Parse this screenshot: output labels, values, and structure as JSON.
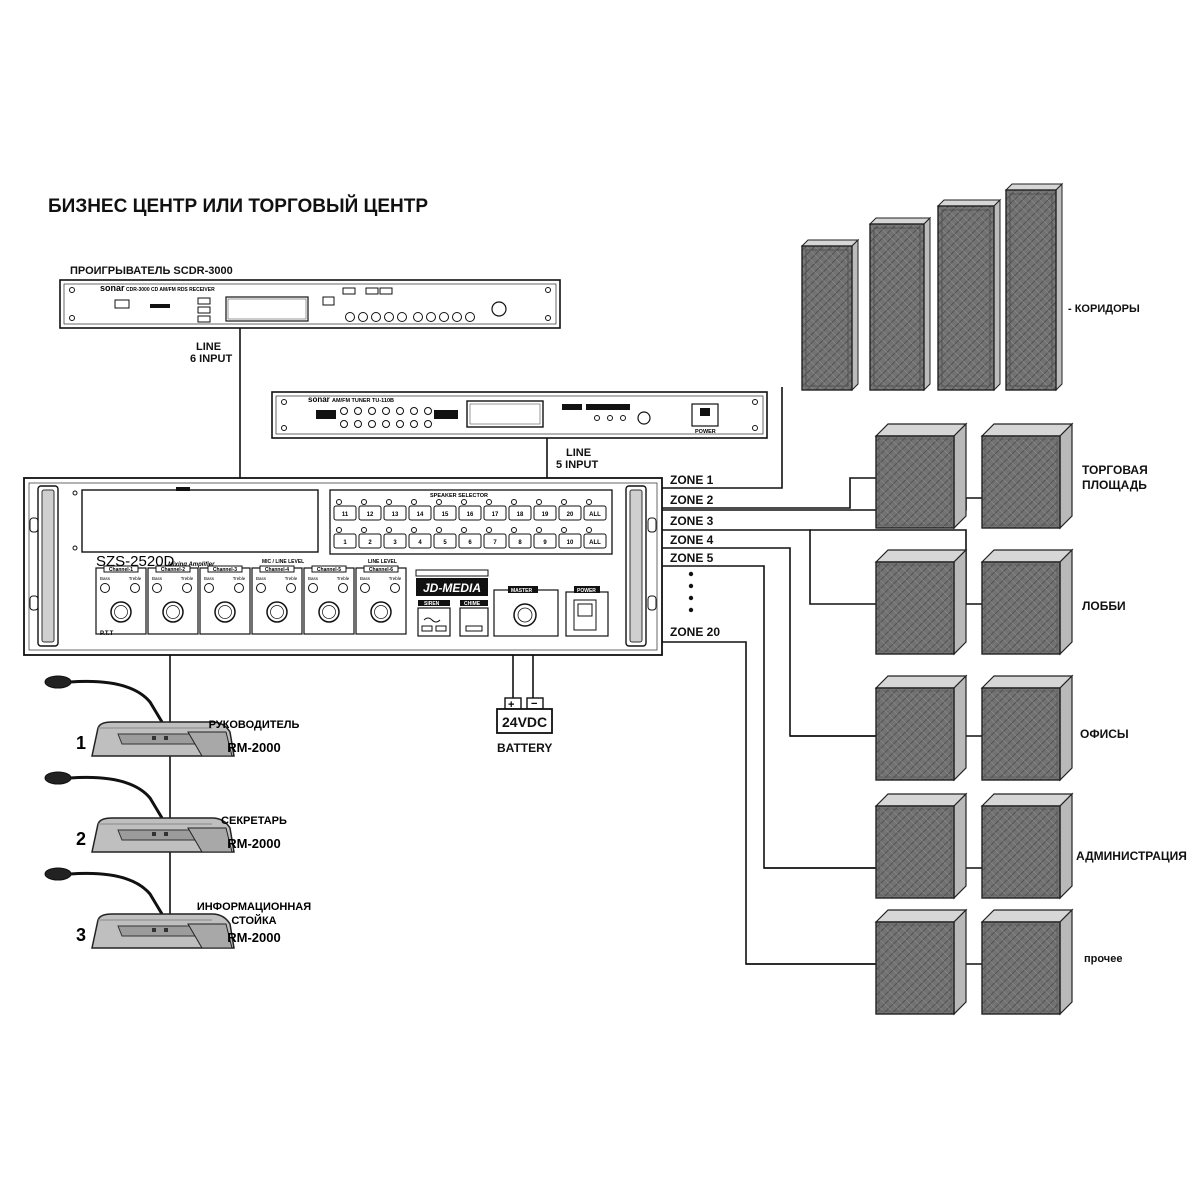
{
  "title": "БИЗНЕС ЦЕНТР ИЛИ ТОРГОВЫЙ ЦЕНТР",
  "player": {
    "caption": "ПРОИГРЫВАТЕЛЬ  SCDR-3000",
    "brand": "sonar",
    "model_text": "CDR-3000 CD AM/FM RDS RECEIVER"
  },
  "tuner": {
    "brand": "sonar",
    "model_text": "AM/FM TUNER TU-110B",
    "power_label": "POWER"
  },
  "inputs": {
    "line6_a": "LINE",
    "line6_b": "6 INPUT",
    "line5_a": "LINE",
    "line5_b": "5 INPUT"
  },
  "amplifier": {
    "model": "SZS-2520D",
    "subtitle": "Mixing Amplifier",
    "speaker_selector": "SPEAKER SELECTOR",
    "brand": "JD-MEDIA",
    "mic_line": "MIC / LINE LEVEL",
    "line_level": "LINE LEVEL",
    "channels": [
      "Channel-1",
      "Channel-2",
      "Channel-3",
      "Channel-4",
      "Channel-5",
      "Channel-6"
    ],
    "bass": "Bass",
    "treble": "Treble",
    "ptt": "P.T.T",
    "master": "MASTER",
    "power": "POWER",
    "siren": "SIREN",
    "chime": "CHIME",
    "buttons_top": [
      "11",
      "12",
      "13",
      "14",
      "15",
      "16",
      "17",
      "18",
      "19",
      "20",
      "ALL"
    ],
    "buttons_bottom": [
      "1",
      "2",
      "3",
      "4",
      "5",
      "6",
      "7",
      "8",
      "9",
      "10",
      "ALL"
    ]
  },
  "zones": [
    "ZONE 1",
    "ZONE 2",
    "ZONE 3",
    "ZONE 4",
    "ZONE 5",
    "ZONE 20"
  ],
  "battery": {
    "voltage": "24VDC",
    "label": "BATTERY",
    "plus": "+",
    "minus": "−"
  },
  "microphones": [
    {
      "number": "1",
      "role": "РУКОВОДИТЕЛЬ",
      "role2": "",
      "model": "RM-2000"
    },
    {
      "number": "2",
      "role": "СЕКРЕТАРЬ",
      "role2": "",
      "model": "RM-2000"
    },
    {
      "number": "3",
      "role": "ИНФОРМАЦИОННАЯ",
      "role2": "СТОЙКА",
      "model": "RM-2000"
    }
  ],
  "areas": {
    "corridors": "-  КОРИДОРЫ",
    "trade_1": "ТОРГОВАЯ",
    "trade_2": "ПЛОЩАДЬ",
    "lobby": "ЛОББИ",
    "offices": "ОФИСЫ",
    "admin": "АДМИНИСТРАЦИЯ",
    "other": "прочее"
  },
  "colors": {
    "line": "#111111",
    "speaker_front": "#6e6e6e",
    "speaker_side": "#bdbdbd",
    "speaker_top": "#d4d4d4"
  }
}
